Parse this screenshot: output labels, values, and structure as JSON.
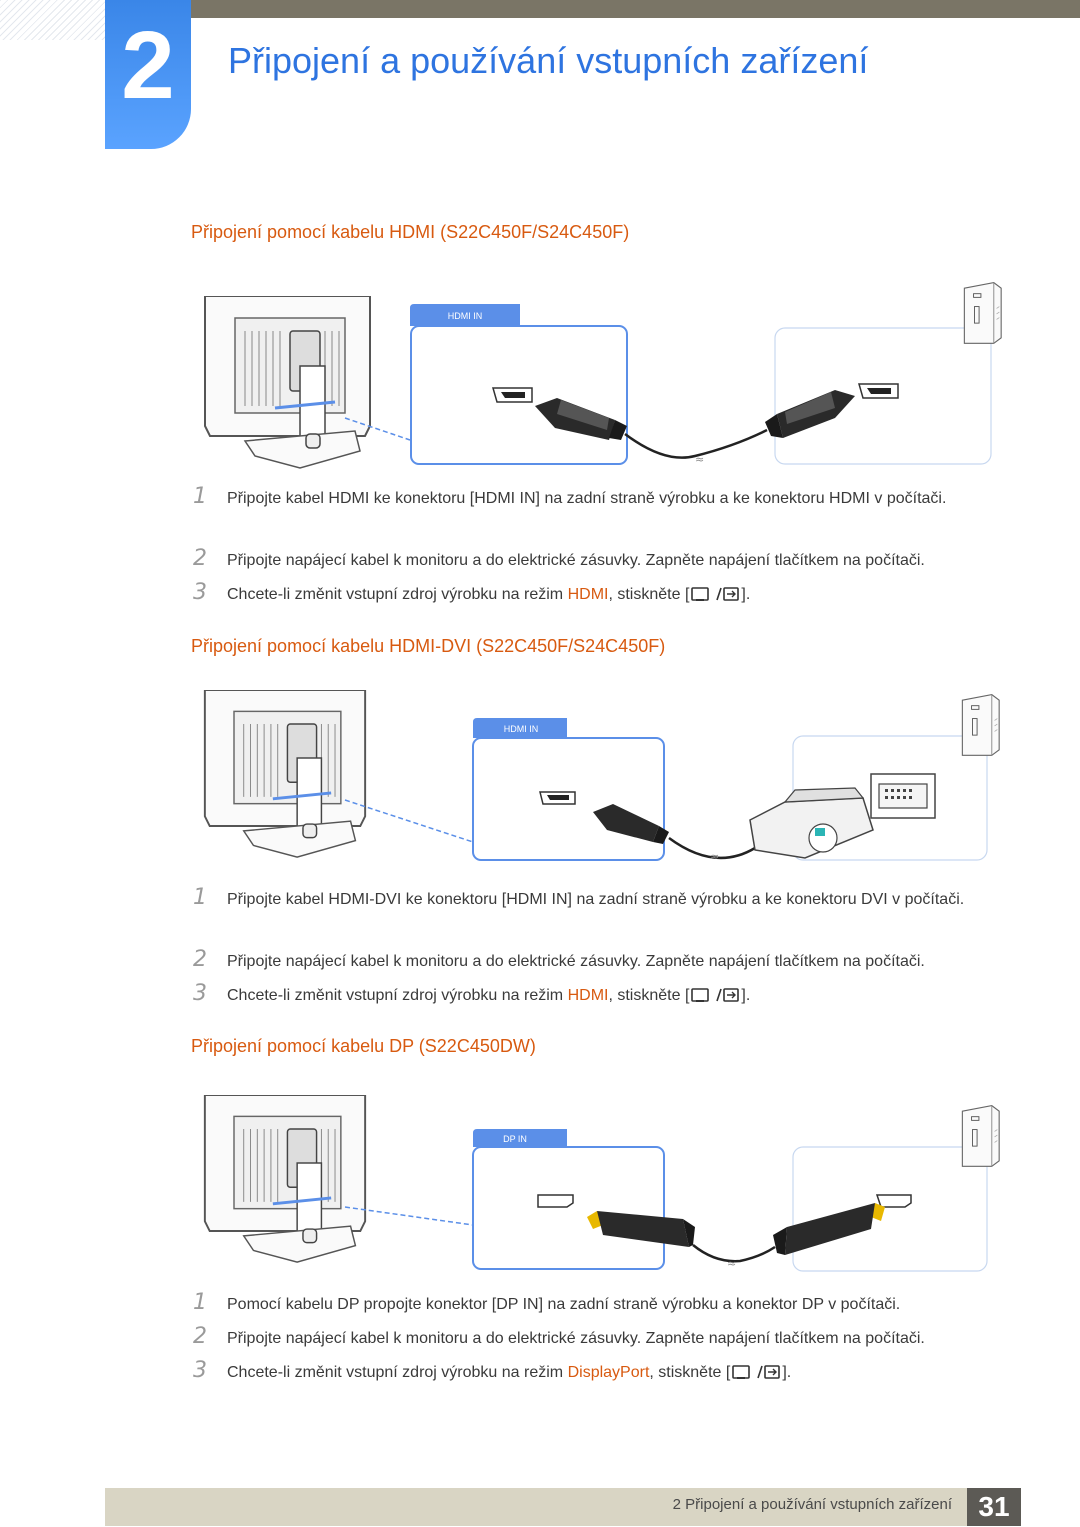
{
  "chapter": {
    "number": "2",
    "title": "Připojení a používání vstupních zařízení"
  },
  "sections": [
    {
      "heading": "Připojení pomocí kabelu HDMI (S22C450F/S24C450F)",
      "port_label": "HDMI IN",
      "steps": [
        {
          "num": "1",
          "text": "Připojte kabel HDMI ke konektoru [HDMI IN] na zadní straně výrobku a ke konektoru HDMI v počítači."
        },
        {
          "num": "2",
          "text": "Připojte napájecí kabel k monitoru a do elektrické zásuvky. Zapněte napájení tlačítkem na počítači."
        },
        {
          "num": "3",
          "text_before": "Chcete-li změnit vstupní zdroj výrobku na režim ",
          "mode": "HDMI",
          "text_after": ", stiskněte [",
          "text_end": "]."
        }
      ]
    },
    {
      "heading": "Připojení pomocí kabelu HDMI-DVI (S22C450F/S24C450F)",
      "port_label": "HDMI IN",
      "steps": [
        {
          "num": "1",
          "text": "Připojte kabel HDMI-DVI ke konektoru [HDMI IN] na zadní straně výrobku a ke konektoru DVI v počítači."
        },
        {
          "num": "2",
          "text": "Připojte napájecí kabel k monitoru a do elektrické zásuvky. Zapněte napájení tlačítkem na počítači."
        },
        {
          "num": "3",
          "text_before": "Chcete-li změnit vstupní zdroj výrobku na režim ",
          "mode": "HDMI",
          "text_after": ", stiskněte [",
          "text_end": "]."
        }
      ]
    },
    {
      "heading": "Připojení pomocí kabelu DP (S22C450DW)",
      "port_label": "DP IN",
      "steps": [
        {
          "num": "1",
          "text": "Pomocí kabelu DP propojte konektor [DP IN] na zadní straně výrobku a konektor DP v počítači."
        },
        {
          "num": "2",
          "text": "Připojte napájecí kabel k monitoru a do elektrické zásuvky. Zapněte napájení tlačítkem na počítači."
        },
        {
          "num": "3",
          "text_before": "Chcete-li změnit vstupní zdroj výrobku na režim ",
          "mode": "DisplayPort",
          "text_after": ", stiskněte [",
          "text_end": "]."
        }
      ]
    }
  ],
  "footer": {
    "text": "2 Připojení a používání vstupních zařízení",
    "page": "31"
  },
  "colors": {
    "accent_orange": "#d85a10",
    "title_blue": "#2e74e0",
    "chapter_box": "#3a86e8"
  },
  "icons": [
    "source-button-icon",
    "monitor-back-icon",
    "pc-tower-icon",
    "hdmi-connector-icon",
    "dvi-connector-icon",
    "dp-connector-icon"
  ]
}
